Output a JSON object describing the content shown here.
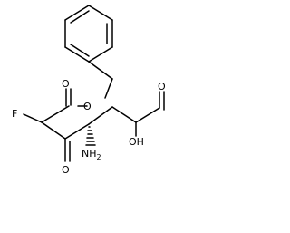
{
  "molecule": {
    "atom_labels": {
      "ester_oxygen": "O",
      "ester_carbonyl_oxygen": "O",
      "fluorine": "F",
      "ketone_oxygen": "O",
      "amine": "NH",
      "amine_subscript": "2",
      "acid_hydroxyl": "OH",
      "acid_carbonyl_oxygen": "O"
    },
    "stereo_centers": [
      {
        "atom": "C3",
        "bond": "hashed-wedge"
      }
    ]
  },
  "colors": {
    "bond": "#000000",
    "label": "#000000",
    "background": "#ffffff"
  }
}
